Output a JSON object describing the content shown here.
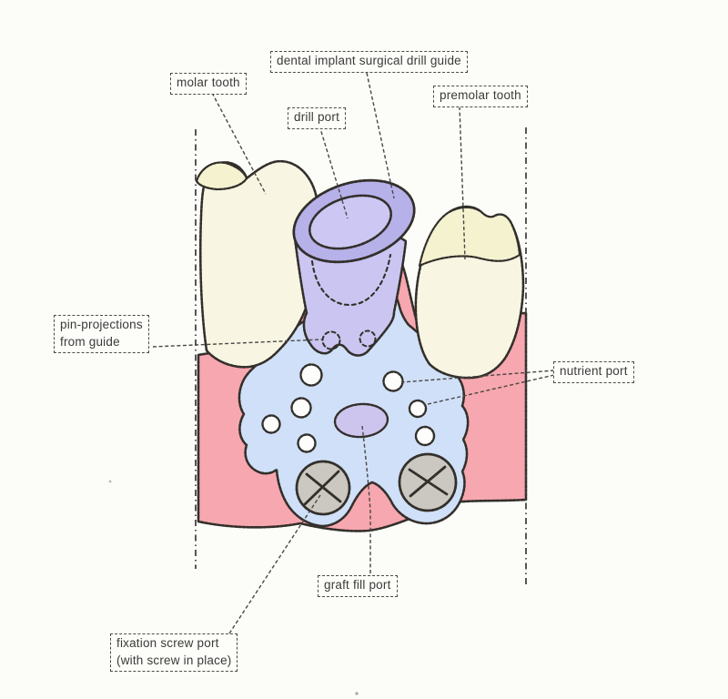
{
  "diagram": {
    "type": "labeled-medical-illustration",
    "subject": "dental implant surgical drill guide seated on gum ridge between molar and premolar",
    "labels": {
      "molar_tooth": "molar tooth",
      "drill_guide": "dental implant surgical drill guide",
      "drill_port": "drill port",
      "premolar_tooth": "premolar tooth",
      "pin_projections": {
        "line1": "pin-projections",
        "line2": "from guide"
      },
      "nutrient_port": "nutrient port",
      "graft_fill_port": "graft fill port",
      "fixation_screw": {
        "line1": "fixation screw port",
        "line2": "(with screw in place)"
      }
    },
    "counts": {
      "nutrient_ports_visible": 7,
      "fixation_screws": 2,
      "pin_projections": 2
    },
    "colors": {
      "background": "#fcfcf8",
      "gum_pink": "#f7a7af",
      "guide_blue": "#cfe0f8",
      "purple_rim": "#b7b1e9",
      "purple_body": "#cac6f1",
      "purple_inner": "#ccc8f3",
      "graft_purple": "#cec5ef",
      "tooth_cream": "#f8f6e3",
      "tooth_crown": "#f5f2d0",
      "screw_gray": "#cac8c0",
      "port_white": "#fdfdfb",
      "outline": "#332f2b",
      "label_text": "#3c3a38"
    }
  }
}
